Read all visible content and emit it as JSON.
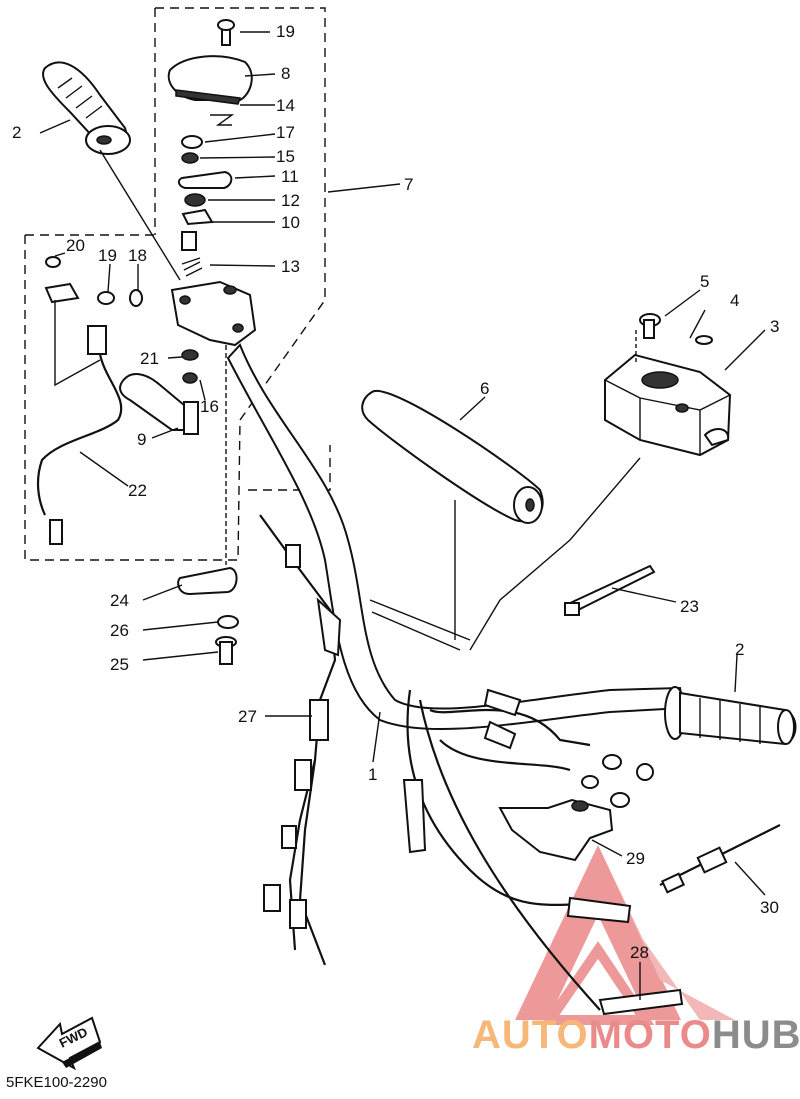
{
  "diagram": {
    "callouts": [
      "1",
      "2",
      "2",
      "3",
      "4",
      "5",
      "6",
      "7",
      "8",
      "9",
      "10",
      "11",
      "12",
      "13",
      "14",
      "15",
      "16",
      "17",
      "18",
      "19",
      "19",
      "20",
      "21",
      "22",
      "23",
      "24",
      "25",
      "26",
      "27",
      "28",
      "29",
      "30"
    ],
    "fwd_label": "FWD",
    "drawing_code": "5FKE100-2290"
  },
  "watermark": {
    "part1": "AUTO",
    "part2": "MOTO",
    "part3": "HUB",
    "colors": {
      "auto": "#f6b779",
      "moto": "#ea8a8a",
      "hub": "#8c8c8c",
      "triangle": "#e87777"
    }
  }
}
